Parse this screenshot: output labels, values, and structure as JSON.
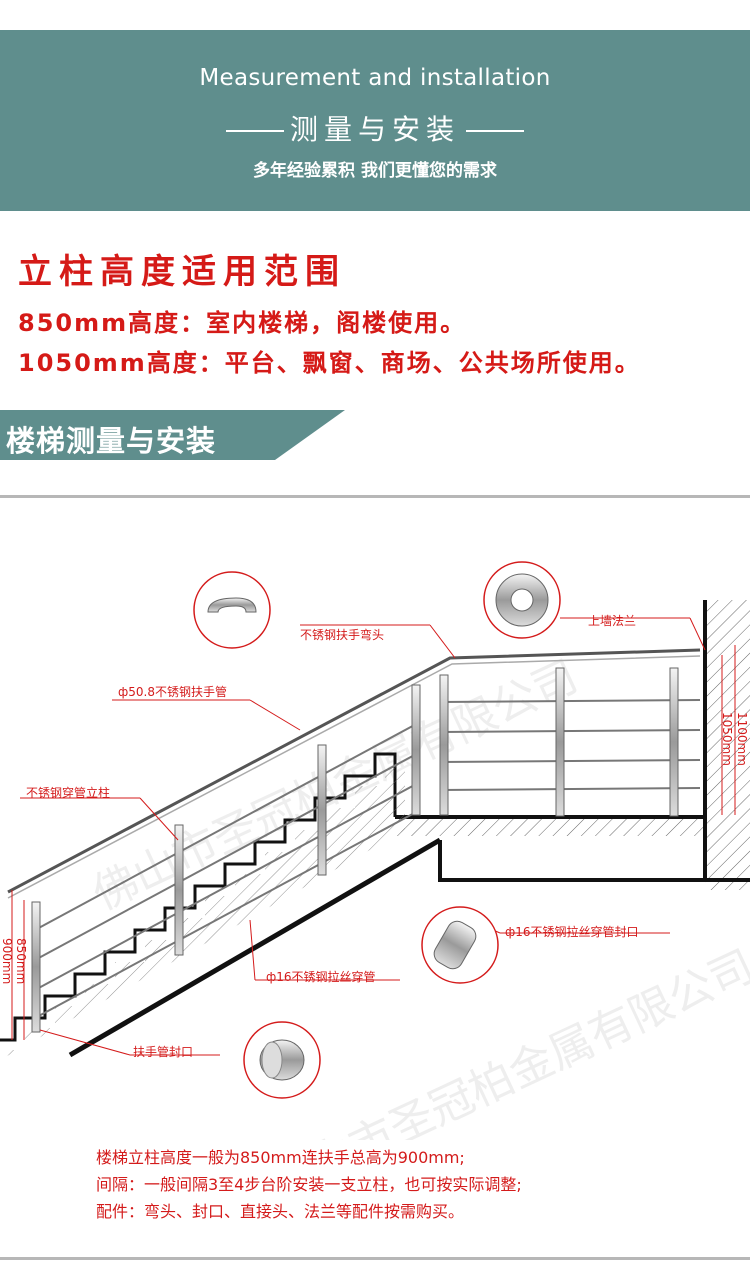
{
  "banner": {
    "en_title": "Measurement and installation",
    "zh_title": "测量与安装",
    "subtitle": "多年经验累积 我们更懂您的需求"
  },
  "range": {
    "title": "立柱高度适用范围",
    "line1": "850mm高度：室内楼梯，阁楼使用。",
    "line2": "1050mm高度：平台、飘窗、商场、公共场所使用。"
  },
  "section": {
    "title": "楼梯测量与安装"
  },
  "diagram": {
    "watermark": "佛山市圣冠柏金属有限公司",
    "labels": {
      "elbow": "不锈钢扶手弯头",
      "wall_flange": "上墙法兰",
      "handrail_pipe": "ф50.8不锈钢扶手管",
      "post": "不锈钢穿管立柱",
      "pipe_cap": "ф16不锈钢拉丝穿管封口",
      "crossbar": "ф16不锈钢拉丝穿管",
      "handrail_cap": "扶手管封口"
    },
    "dims": {
      "left_850": "850mm",
      "left_900": "900mm",
      "right_1100": "1100mm",
      "right_1050": "1050mm"
    }
  },
  "notes": {
    "line1": "楼梯立柱高度一般为850mm连扶手总高为900mm;",
    "line2": "间隔：一般间隔3至4步台阶安装一支立柱，也可按实际调整;",
    "line3": "配件：弯头、封口、直接头、法兰等配件按需购买。"
  },
  "colors": {
    "banner": "#5f8e8d",
    "accent_red": "#d51a17"
  }
}
